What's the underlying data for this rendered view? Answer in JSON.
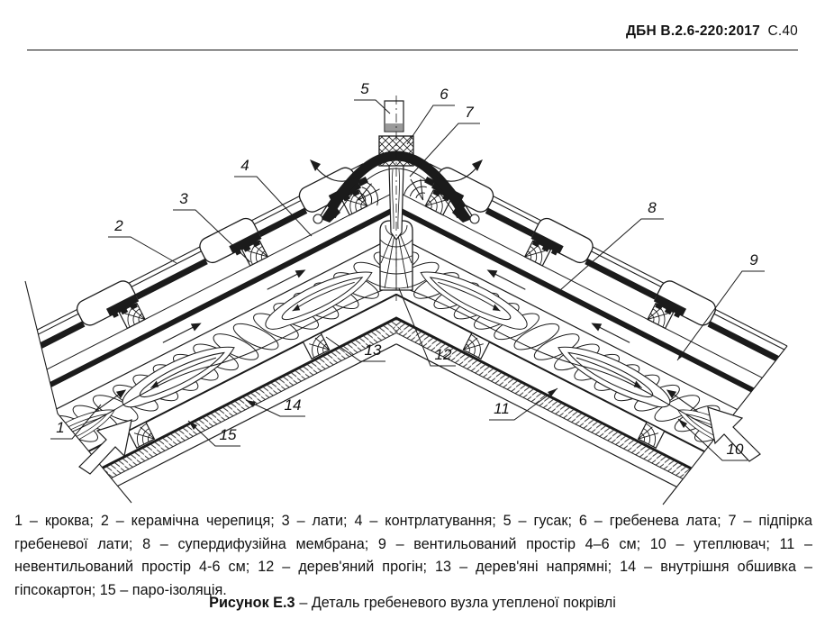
{
  "header": {
    "standard": "ДБН В.2.6-220:2017",
    "page": "С.40"
  },
  "figure": {
    "callout_labels": [
      "1",
      "2",
      "3",
      "4",
      "5",
      "6",
      "7",
      "8",
      "9",
      "10",
      "11",
      "12",
      "13",
      "14",
      "15"
    ]
  },
  "legend": {
    "full_text": "1 – кроква; 2 – керамічна черепиця; 3 – лати; 4 – контрлатування; 5 – гусак; 6 – гребенева лата; 7 – підпірка гребеневої лати; 8 – супердифузійна мембрана; 9 – вентильований простір 4–6 см; 10 – утеплювач; 11 – невентильований простір 4-6 см; 12 – дерев'яний прогін; 13 – дерев'яні напрямні; 14 – внутрішня обшивка – гіпсокартон; 15 – паро-ізоляція.",
    "items": [
      {
        "num": "1",
        "text": "кроква"
      },
      {
        "num": "2",
        "text": "керамічна черепиця"
      },
      {
        "num": "3",
        "text": "лати"
      },
      {
        "num": "4",
        "text": "контрлатування"
      },
      {
        "num": "5",
        "text": "гусак"
      },
      {
        "num": "6",
        "text": "гребенева лата"
      },
      {
        "num": "7",
        "text": "підпірка гребеневої лати"
      },
      {
        "num": "8",
        "text": "супердифузійна мембрана"
      },
      {
        "num": "9",
        "text": "вентильований простір 4–6 см"
      },
      {
        "num": "10",
        "text": "утеплювач"
      },
      {
        "num": "11",
        "text": "невентильований простір 4-6 см"
      },
      {
        "num": "12",
        "text": "дерев'яний прогін"
      },
      {
        "num": "13",
        "text": "дерев'яні напрямні"
      },
      {
        "num": "14",
        "text": "внутрішня обшивка – гіпсокартон"
      },
      {
        "num": "15",
        "text": "паро-ізоляція"
      }
    ]
  },
  "caption": {
    "label": "Рисунок Е.3",
    "text": "– Деталь гребеневого вузла утепленої покрівлі"
  },
  "colors": {
    "ink": "#1b1b1b",
    "paper": "#ffffff",
    "shade_gray": "#9a9a9a"
  }
}
